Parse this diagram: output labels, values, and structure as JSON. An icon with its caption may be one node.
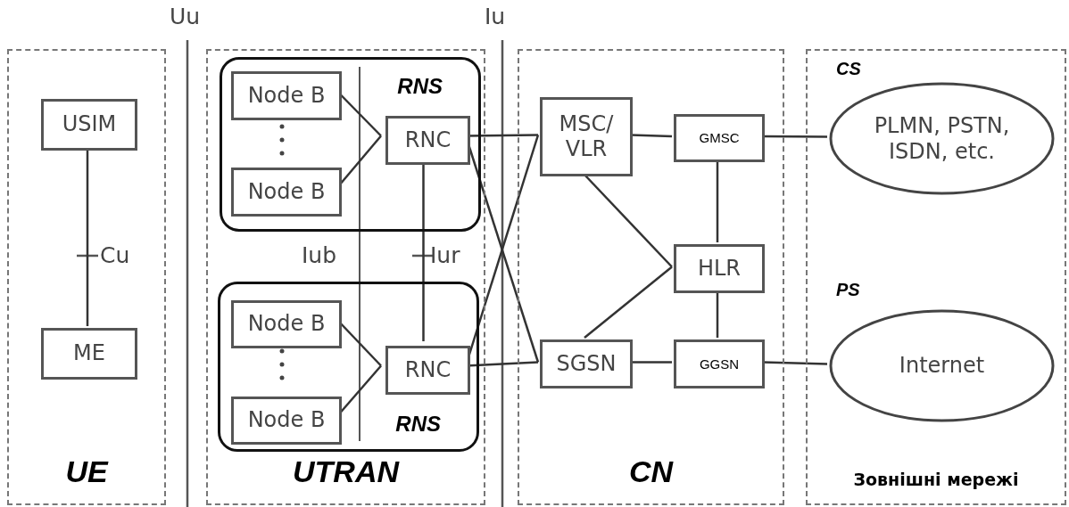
{
  "diagram": {
    "nodes": [
      {
        "text": [
          "UE"
        ]
      },
      {
        "text": [
          "UTRAN"
        ]
      },
      {
        "text": [
          "CN"
        ]
      },
      {
        "text": [
          "Зовнішні мережі"
        ]
      },
      {
        "text": [
          "USIM"
        ],
        "in": 0
      },
      {
        "text": [
          "ME"
        ],
        "in": 0
      },
      {
        "text": [
          "RNS"
        ],
        "in": 1
      },
      {
        "text": [
          "Node B"
        ],
        "in": 6
      },
      {
        "text": [
          "Node B"
        ],
        "in": 6
      },
      {
        "text": [
          "RNC"
        ],
        "in": 6
      },
      {
        "text": [
          "RNS"
        ],
        "in": 1
      },
      {
        "text": [
          "Node B"
        ],
        "in": 10
      },
      {
        "text": [
          "Node B"
        ],
        "in": 10
      },
      {
        "text": [
          "RNC"
        ],
        "in": 10
      },
      {
        "text": [
          "MSC/ VLR"
        ],
        "in": 2
      },
      {
        "text": [
          "GMSC"
        ],
        "in": 2
      },
      {
        "text": [
          "HLR"
        ],
        "in": 2
      },
      {
        "text": [
          "SGSN"
        ],
        "in": 2
      },
      {
        "text": [
          "GGSN"
        ],
        "in": 2
      },
      {
        "text": [
          "PLMN, PSTN, ISDN, etc."
        ],
        "in": 3
      },
      {
        "text": [
          "Internet"
        ],
        "in": 3
      }
    ],
    "edges": [
      {
        "from": 4,
        "to": 5,
        "arrow": "none"
      },
      {
        "from": 7,
        "to": 9,
        "arrow": "none"
      },
      {
        "from": 8,
        "to": 9,
        "arrow": "none"
      },
      {
        "from": 11,
        "to": 13,
        "arrow": "none"
      },
      {
        "from": 12,
        "to": 13,
        "arrow": "none"
      },
      {
        "from": 9,
        "to": 13,
        "arrow": "none"
      },
      {
        "from": 9,
        "to": 14,
        "arrow": "none"
      },
      {
        "from": 9,
        "to": 17,
        "arrow": "none"
      },
      {
        "from": 13,
        "to": 14,
        "arrow": "none"
      },
      {
        "from": 13,
        "to": 17,
        "arrow": "none"
      },
      {
        "from": 14,
        "to": 15,
        "arrow": "none"
      },
      {
        "from": 14,
        "to": 16,
        "arrow": "none"
      },
      {
        "from": 17,
        "to": 16,
        "arrow": "none"
      },
      {
        "from": 17,
        "to": 18,
        "arrow": "none"
      },
      {
        "from": 15,
        "to": 16,
        "arrow": "none"
      },
      {
        "from": 16,
        "to": 18,
        "arrow": "none"
      },
      {
        "from": 15,
        "to": 19,
        "arrow": "none"
      },
      {
        "from": 18,
        "to": 20,
        "arrow": "none"
      }
    ],
    "labels": [
      "Uu",
      "Iu",
      "Cu",
      "Iub",
      "Iur",
      "CS",
      "PS"
    ]
  }
}
